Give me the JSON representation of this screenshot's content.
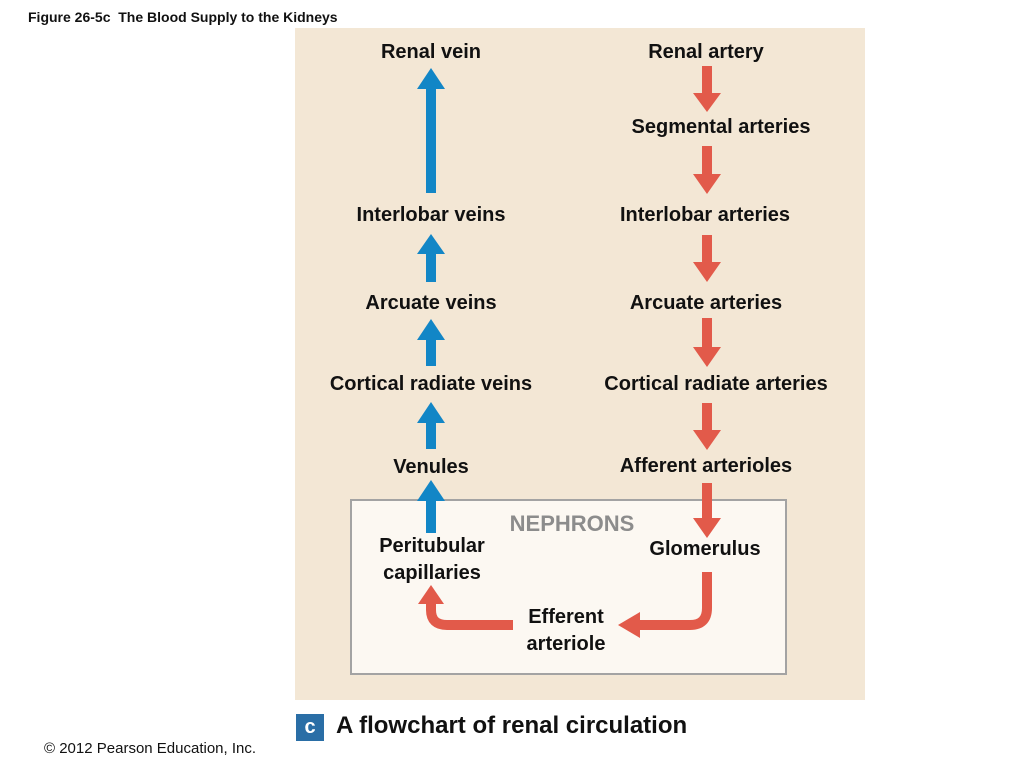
{
  "figure": {
    "title": "Figure 26-5c  The Blood Supply to the Kidneys",
    "caption_letter": "c",
    "caption_text": "A flowchart of renal circulation",
    "copyright": "© 2012 Pearson Education, Inc."
  },
  "veins": {
    "renal_vein": "Renal vein",
    "interlobar_veins": "Interlobar veins",
    "arcuate_veins": "Arcuate veins",
    "cortical_radiate_veins": "Cortical radiate veins",
    "venules": "Venules"
  },
  "arteries": {
    "renal_artery": "Renal artery",
    "segmental_arteries": "Segmental arteries",
    "interlobar_arteries": "Interlobar arteries",
    "arcuate_arteries": "Arcuate arteries",
    "cortical_radiate_arteries": "Cortical radiate arteries",
    "afferent_arterioles": "Afferent arterioles"
  },
  "nephrons": {
    "title": "NEPHRONS",
    "glomerulus": "Glomerulus",
    "peritubular_line1": "Peritubular",
    "peritubular_line2": "capillaries",
    "efferent_line1": "Efferent",
    "efferent_line2": "arteriole"
  },
  "colors": {
    "vein_arrow": "#1286c6",
    "artery_arrow": "#e25a4a",
    "panel_bg": "#f3e7d5",
    "caption_box": "#2a6ea6"
  }
}
